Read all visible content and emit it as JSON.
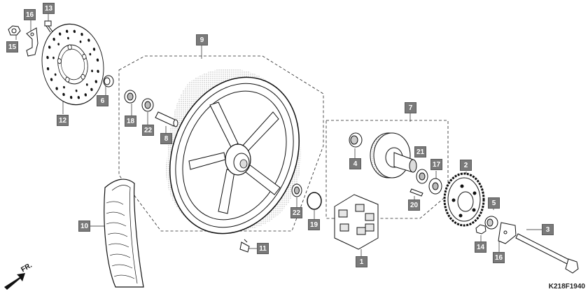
{
  "diagram": {
    "code": "K218F1940",
    "direction": "FR.",
    "callouts": [
      "16",
      "13",
      "15",
      "12",
      "9",
      "6",
      "18",
      "22",
      "8",
      "10",
      "11",
      "22",
      "19",
      "7",
      "4",
      "21",
      "17",
      "20",
      "1",
      "2",
      "5",
      "14",
      "16",
      "3"
    ],
    "colors": {
      "callout_bg": "#7a7a7a",
      "line": "#1a1a1a",
      "stipple": "#9a9a9a"
    }
  }
}
